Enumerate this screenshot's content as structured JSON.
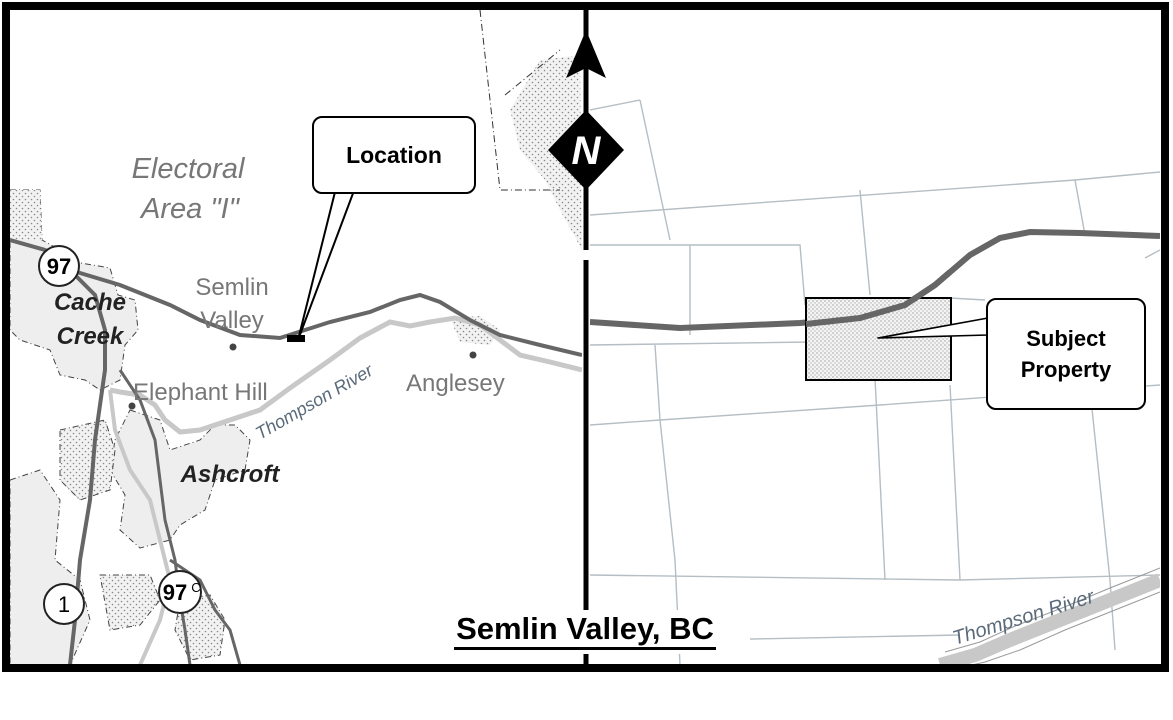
{
  "map": {
    "title": "Semlin Valley, BC",
    "left_panel": {
      "area_label_line1": "Electoral",
      "area_label_line2": "Area \"I\"",
      "callout_location": "Location",
      "places": {
        "semlin_line1": "Semlin",
        "semlin_line2": "Valley",
        "elephant_hill": "Elephant Hill",
        "anglesey": "Anglesey",
        "cache_line1": "Cache",
        "cache_line2": "Creek",
        "ashcroft": "Ashcroft"
      },
      "river": "Thompson River",
      "highway_97": "97",
      "highway_1": "1",
      "highway_97c_num": "97",
      "highway_97c_suffix": "C"
    },
    "right_panel": {
      "callout_subject": "Subject\nProperty",
      "river": "Thompson River"
    },
    "north_arrow": {
      "letter": "N"
    },
    "colors": {
      "road": "#666666",
      "river": "#c8c8c8",
      "lot_line": "#b4bec4",
      "municipal_fill": "#eeeeee",
      "text_gray": "#777777",
      "river_text": "#5a6a7a"
    }
  }
}
